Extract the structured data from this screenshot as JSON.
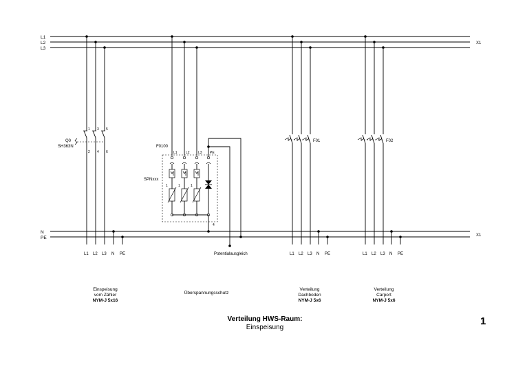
{
  "bus": {
    "top_lines": [
      "L1",
      "L2",
      "L3"
    ],
    "top_terminal": "X1",
    "bottom_lines": [
      "N",
      "PE"
    ],
    "bottom_terminal": "X1"
  },
  "devices": {
    "q0_tag": "Q0",
    "q0_type": "SH363N",
    "q0_pins_top": [
      "1",
      "3",
      "5"
    ],
    "q0_pins_bottom": [
      "2",
      "4",
      "6"
    ],
    "spd_tag": "F0100",
    "spd_type": "SPNxxx",
    "spd_pins_top": [
      "L1",
      "L2",
      "L3",
      "PE"
    ],
    "f01_tag": "F01",
    "f02_tag": "F02",
    "potential_label": "Potentialausgleich"
  },
  "cable_terminals": [
    "L1",
    "L2",
    "L3",
    "N",
    "PE"
  ],
  "blocks": [
    {
      "line1": "Einspeisung",
      "line2": "vom Zähler",
      "cable": "NYM-J 5x16"
    },
    {
      "line1": "Überspannungsschutz",
      "line2": "",
      "cable": ""
    },
    {
      "line1": "Verteilung",
      "line2": "Dachboden",
      "cable": "NYM-J 5x6"
    },
    {
      "line1": "Verteilung",
      "line2": "Carport",
      "cable": "NYM-J 5x6"
    }
  ],
  "title": {
    "main": "Verteilung HWS-Raum:",
    "sub": "Einspeisung"
  },
  "page_number": "1"
}
